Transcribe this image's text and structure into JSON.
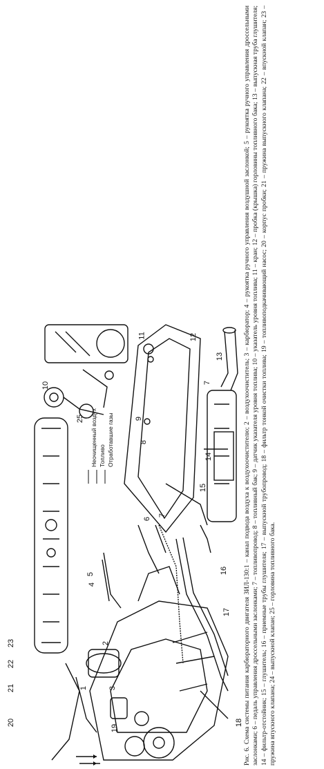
{
  "caption": {
    "text": "Рис. 6. Схема системы питания карбюраторного двигателя ЗИЛ-130:1 – канал подвода воздуха к воздухоочистителю; 2 – воздухоочиститель; 3 – карбюратор; 4 – рукоятка ручного управления воздушной заслонкой; 5 – рукоятка ручного управления дроссельными заслонками; 6 – педаль управления дроссельными заслонками; 7 – топливопровод; 8 – топливный бак; 9 – датчик указателя уровня топлива; 10 – указатель уровня топлива; 11 – кран; 12 – пробка (крышка) горловины топливного бака; 13 – выпускная труба глушителя; 14 – фильтр-отстойник; 15 – глушитель; 16 – приемные трубы глушителя; 17 – выпускной трубопровод; 18 – фильтр тонкой очистки топлива; 19 – топливоподкачивающий насос; 20 – корпус пробки; 21 – пружина выпускного клапана; 22 – впускной клапан; 23 – пружина впускного клапана; 24 – выпускной клапан; 25 – горловина топливного бака."
  },
  "legend": {
    "items": [
      "Неочищенный воздух",
      "Топливо",
      "Отработавшие газы"
    ]
  },
  "callouts": {
    "n1": "1",
    "n2": "2",
    "n3": "3",
    "n4": "4",
    "n5": "5",
    "n6": "6",
    "n7a": "7",
    "n7b": "7",
    "n8": "8",
    "n9": "9",
    "n10": "10",
    "n11": "11",
    "n12": "12",
    "n13": "13",
    "n14": "14",
    "n15": "15",
    "n16": "16",
    "n17": "17",
    "n18": "18",
    "n19": "19",
    "n20": "20",
    "n21": "21",
    "n22": "22",
    "n23": "23",
    "n25": "25"
  }
}
